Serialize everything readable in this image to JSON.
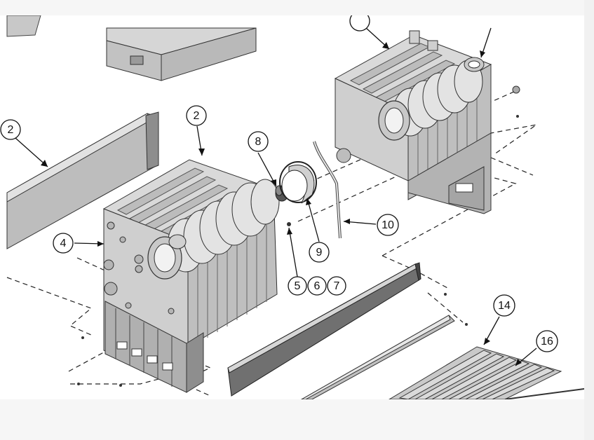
{
  "diagram": {
    "callouts": [
      {
        "id": "c2a",
        "label": "2"
      },
      {
        "id": "c2b",
        "label": "2"
      },
      {
        "id": "c3",
        "label": ""
      },
      {
        "id": "c4",
        "label": "4"
      },
      {
        "id": "c5",
        "label": "5"
      },
      {
        "id": "c6",
        "label": "6"
      },
      {
        "id": "c7",
        "label": "7"
      },
      {
        "id": "c8",
        "label": "8"
      },
      {
        "id": "c9",
        "label": "9"
      },
      {
        "id": "c10",
        "label": "10"
      },
      {
        "id": "c14",
        "label": "14"
      },
      {
        "id": "c16",
        "label": "16"
      }
    ]
  }
}
